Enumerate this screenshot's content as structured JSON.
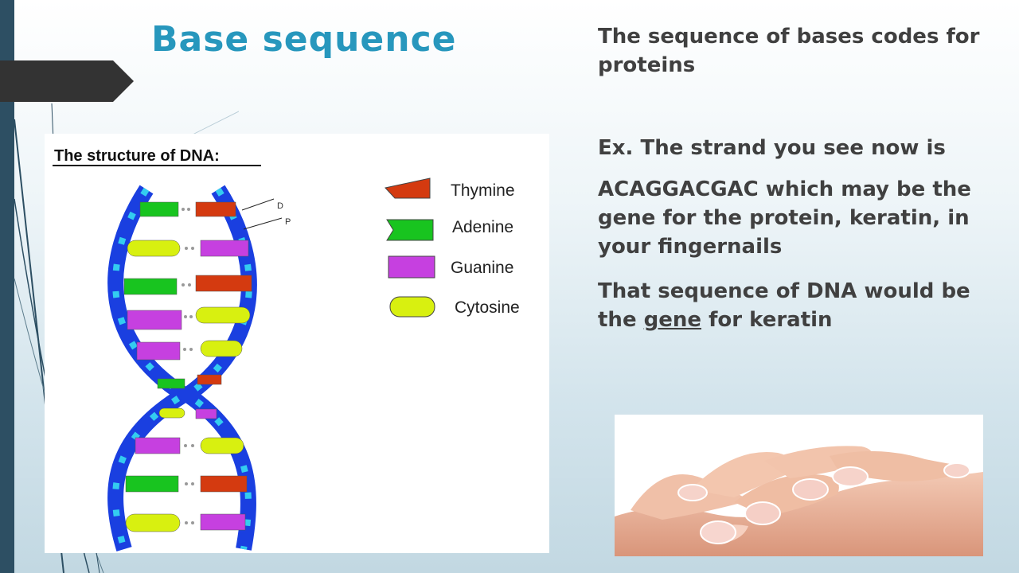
{
  "slide": {
    "title": "Base sequence",
    "text": {
      "p1": "The sequence of bases codes for proteins",
      "p2": "Ex. The strand you see now is",
      "p3": "ACAGGACGAC  which may be the gene for the protein, keratin, in your fingernails",
      "p4_before": "That sequence of DNA would be the ",
      "p4_underlined": "gene",
      "p4_after": " for keratin"
    }
  },
  "dna_figure": {
    "heading": "The structure of DNA:",
    "labels": {
      "d": "D",
      "p": "P"
    },
    "legend": [
      {
        "name": "Thymine",
        "color": "#d43a10"
      },
      {
        "name": "Adenine",
        "color": "#18c41f"
      },
      {
        "name": "Guanine",
        "color": "#c640e0"
      },
      {
        "name": "Cytosine",
        "color": "#d8f010"
      }
    ],
    "backbone_colors": {
      "strand": "#1a3fe0",
      "phosphate": "#33ccf0"
    }
  },
  "photo": {
    "subject": "hand-fingernails-photo"
  }
}
